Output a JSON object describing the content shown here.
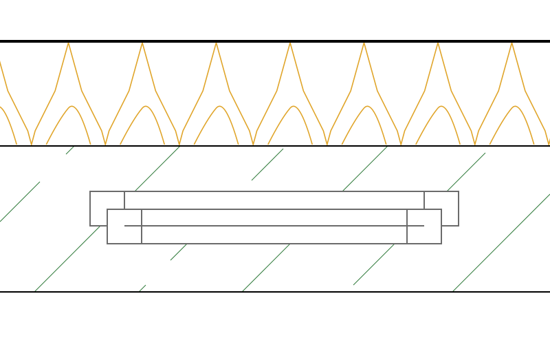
{
  "diagram": {
    "layers": [
      {
        "name": "insulation",
        "pattern": "batt-insulation-hatch",
        "color": "#e0a52a"
      },
      {
        "name": "masonry",
        "pattern": "diagonal-hatch",
        "color": "#2f7a3a"
      }
    ],
    "boundary_color": "#000000",
    "embedded_component": {
      "name": "flat-tie-assembly",
      "color": "#6b6b6b"
    }
  }
}
